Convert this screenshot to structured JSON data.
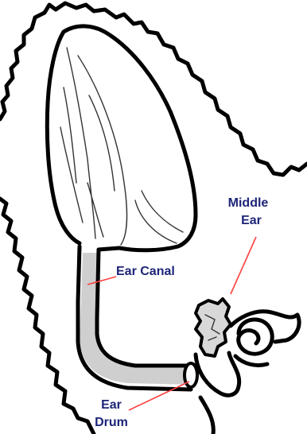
{
  "labels": {
    "middle_ear_line1": "Middle",
    "middle_ear_line2": "Ear",
    "ear_canal": "Ear Canal",
    "ear_drum_line1": "Ear",
    "ear_drum_line2": "Drum"
  },
  "colors": {
    "label_text": "#1d2577",
    "leader_line": "#ff4040",
    "outline": "#000000",
    "canal_shade": "#cfcfcf",
    "background": "#ffffff"
  }
}
